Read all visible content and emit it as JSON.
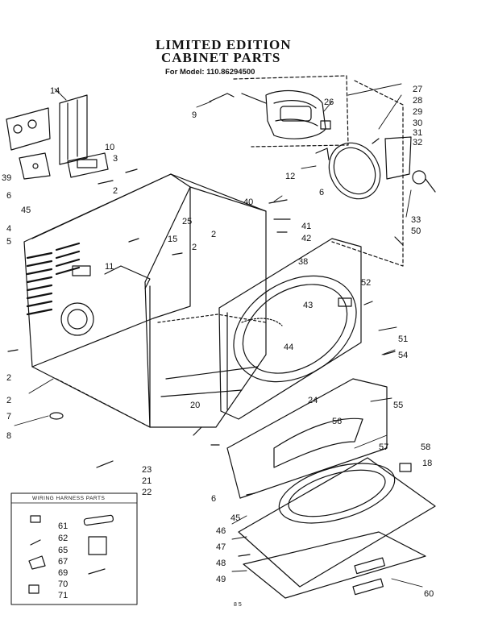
{
  "header": {
    "title_line1": "LIMITED EDITION",
    "title_line2": "CABINET PARTS",
    "model_line": "For Model: 110.86294500"
  },
  "wiring_box": {
    "title": "WIRING HARNESS PARTS"
  },
  "footer": {
    "page_mark": "8 5"
  },
  "callouts": [
    "2",
    "4",
    "5",
    "6",
    "7",
    "8",
    "9",
    "10",
    "11",
    "12",
    "14",
    "15",
    "18",
    "20",
    "21",
    "22",
    "23",
    "24",
    "25",
    "26",
    "27",
    "28",
    "29",
    "30",
    "31",
    "32",
    "33",
    "38",
    "39",
    "40",
    "41",
    "42",
    "43",
    "44",
    "45",
    "46",
    "47",
    "48",
    "49",
    "50",
    "51",
    "52",
    "54",
    "55",
    "56",
    "57",
    "58",
    "60",
    "61",
    "62",
    "65",
    "67",
    "69",
    "70",
    "71",
    "3"
  ]
}
